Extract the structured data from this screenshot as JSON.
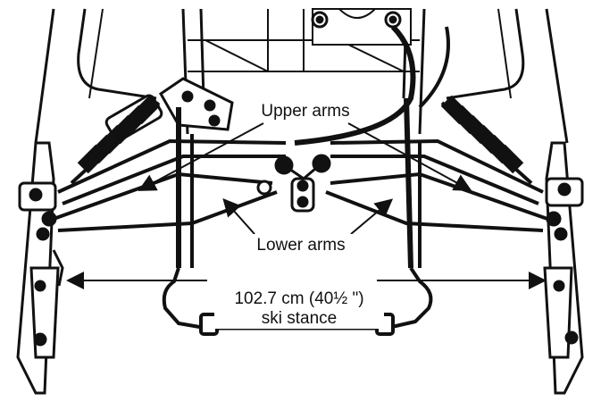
{
  "labels": {
    "upper_arms": "Upper arms",
    "lower_arms": "Lower arms",
    "stance_line1": "102.7 cm (40½ \")",
    "stance_line2": "ski stance"
  },
  "colors": {
    "ink": "#111111",
    "paper": "#ffffff"
  },
  "icons": {
    "left_shock": "coil-spring-shock-absorber",
    "right_shock": "coil-spring-shock-absorber",
    "left_ski": "ski-spindle",
    "right_ski": "ski-spindle",
    "steering_hub": "steering-linkage"
  }
}
